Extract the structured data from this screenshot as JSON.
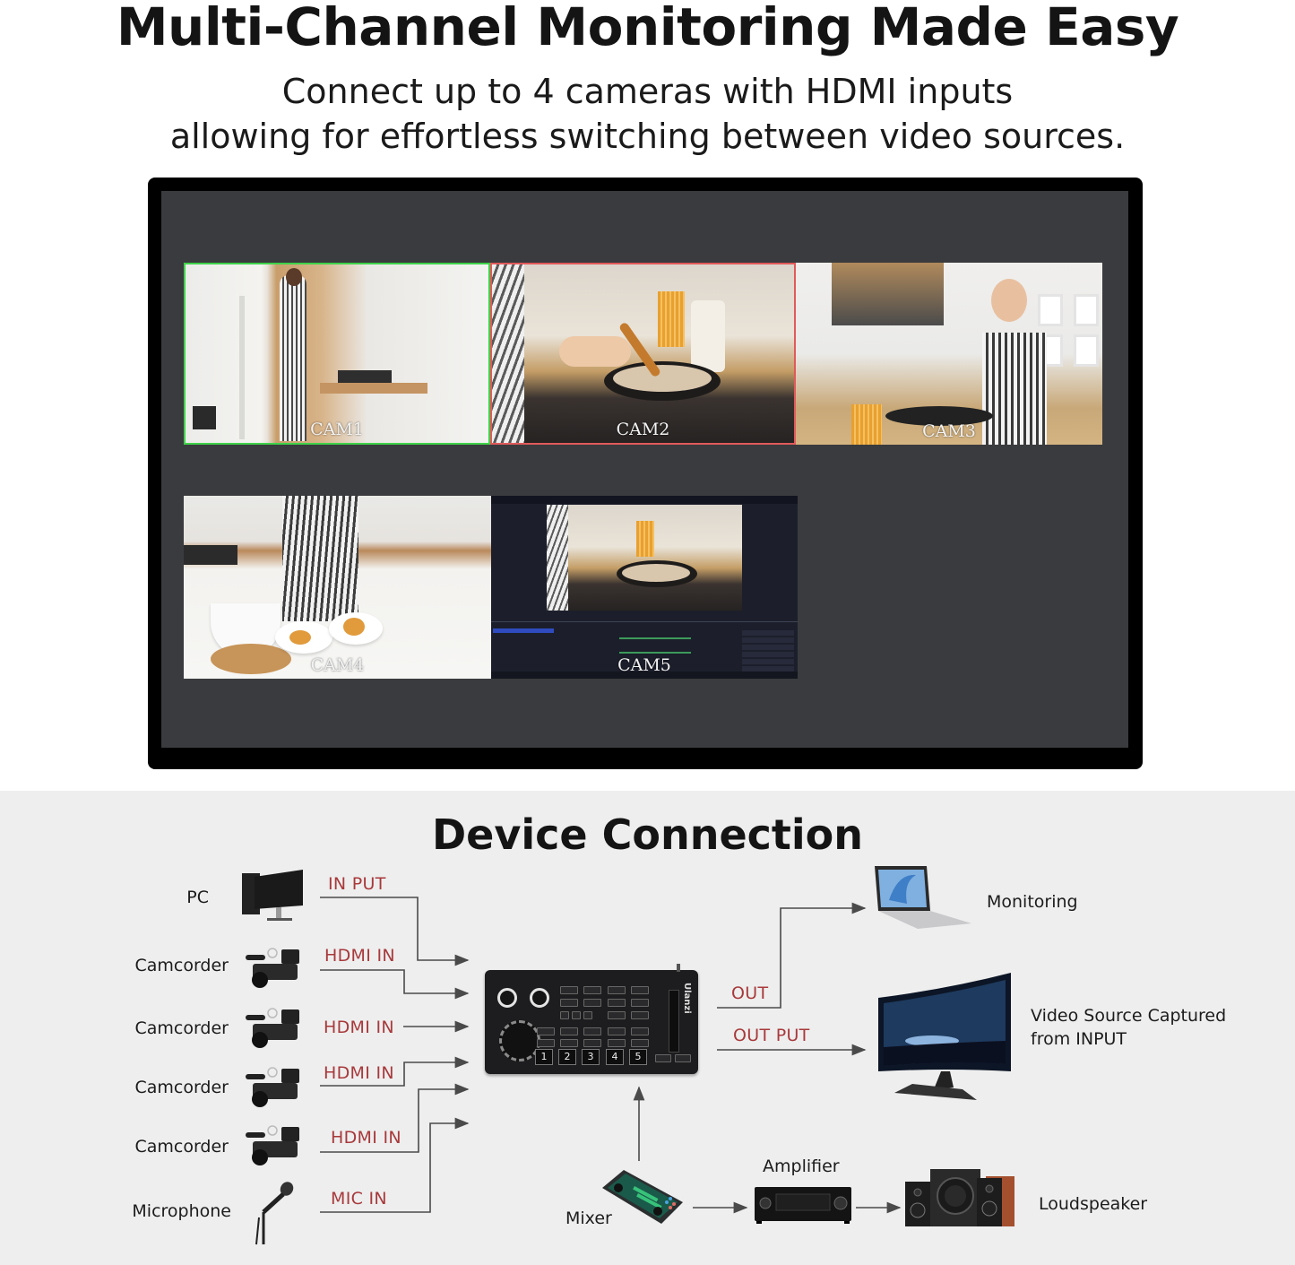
{
  "hero": {
    "title": "Multi-Channel Monitoring Made Easy",
    "subtitle_line1": "Connect up to 4 cameras with HDMI inputs",
    "subtitle_line2": "allowing for effortless switching between video sources."
  },
  "monitor": {
    "tiles": [
      {
        "label": "CAM1",
        "state": "preview",
        "border_color": "#3fd24a"
      },
      {
        "label": "CAM2",
        "state": "program",
        "border_color": "#e05a5a"
      },
      {
        "label": "CAM3",
        "state": "idle"
      },
      {
        "label": "CAM4",
        "state": "idle"
      },
      {
        "label": "CAM5",
        "state": "idle",
        "source": "pc-screen-capture"
      }
    ]
  },
  "device_connection": {
    "title": "Device Connection",
    "sources": [
      {
        "label": "PC",
        "icon": "pc-monitor-icon",
        "port": "IN PUT"
      },
      {
        "label": "Camcorder",
        "icon": "camcorder-icon",
        "port": "HDMI IN"
      },
      {
        "label": "Camcorder",
        "icon": "camcorder-icon",
        "port": "HDMI IN"
      },
      {
        "label": "Camcorder",
        "icon": "camcorder-icon",
        "port": "HDMI IN"
      },
      {
        "label": "Camcorder",
        "icon": "camcorder-icon",
        "port": "HDMI IN"
      },
      {
        "label": "Microphone",
        "icon": "microphone-icon",
        "port": "MIC IN"
      }
    ],
    "hub": {
      "brand": "Ulanzi",
      "number_buttons": [
        "1",
        "2",
        "3",
        "4",
        "5"
      ]
    },
    "outputs": [
      {
        "port": "OUT",
        "label": "Monitoring",
        "icon": "laptop-icon"
      },
      {
        "port": "OUT PUT",
        "label_line1": "Video Source Captured",
        "label_line2": "from INPUT",
        "icon": "curved-monitor-icon"
      }
    ],
    "audio_chain": [
      {
        "label": "Mixer",
        "icon": "mixer-icon"
      },
      {
        "label": "Amplifier",
        "icon": "amplifier-icon"
      },
      {
        "label": "Loudspeaker",
        "icon": "loudspeaker-icon"
      }
    ],
    "colors": {
      "port_label": "#a8393b",
      "wire": "#4a4a4a"
    }
  }
}
